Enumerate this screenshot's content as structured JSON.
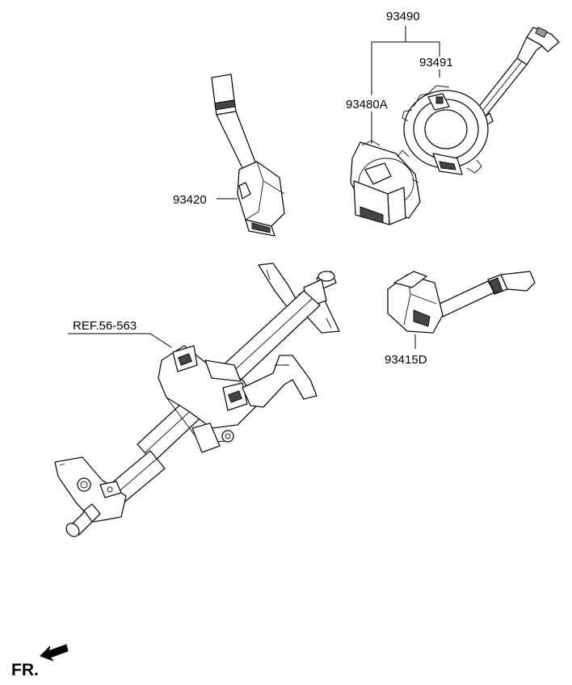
{
  "labels": {
    "clock_spring_assy": "93490",
    "clock_spring": "93491",
    "steering_angle_sensor": "93480A",
    "light_switch": "93420",
    "wiper_switch": "93415D",
    "column_ref": "REF.56-563",
    "front_marker": "FR."
  },
  "icons": {
    "front_arrow": "front-direction-arrow-icon"
  }
}
